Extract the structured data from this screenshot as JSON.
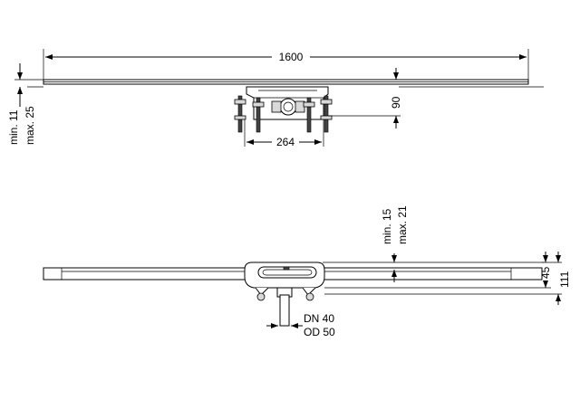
{
  "top_view": {
    "width_label": "1600",
    "height_label": "90",
    "body_width_label": "264",
    "thickness_min": "min. 11",
    "thickness_max": "max. 25"
  },
  "side_view": {
    "tile_min": "min. 15",
    "tile_max": "max. 21",
    "channel_label": "45",
    "total_label": "111",
    "pipe_dn": "DN 40",
    "pipe_od": "OD 50"
  }
}
